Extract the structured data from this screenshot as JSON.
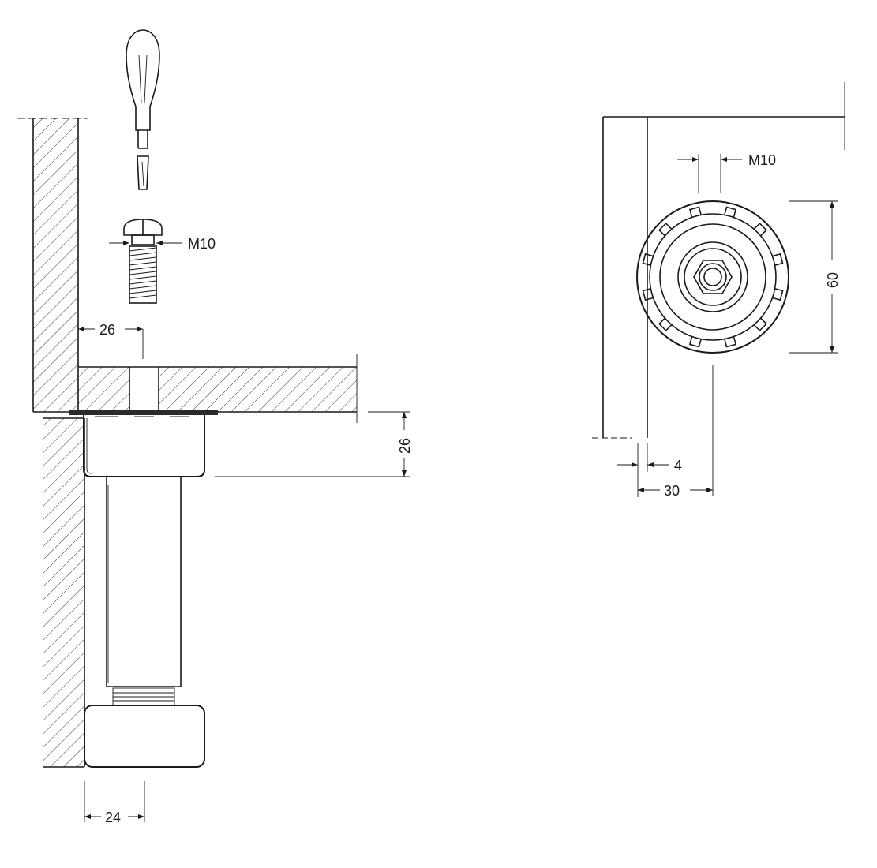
{
  "side_view": {
    "screw_thread_label": "M10",
    "wall_offset_dim": "26",
    "cup_depth_dim": "26",
    "leg_width_dim": "24"
  },
  "bottom_view": {
    "screw_thread_label": "M10",
    "diameter_dim": "60",
    "edge_dim": "4",
    "center_dim": "30"
  }
}
